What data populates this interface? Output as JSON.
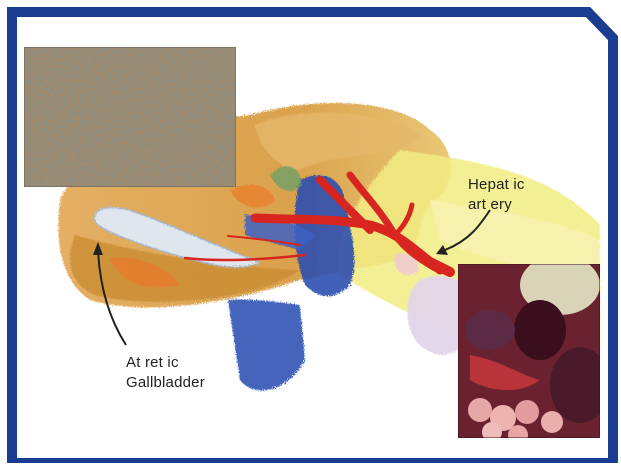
{
  "labels": {
    "hepatic_line1": "Hepat ic",
    "hepatic_line2": "art ery",
    "atretic_line1": "At ret ic",
    "atretic_line2": "Gallbladder"
  },
  "colors": {
    "frame": "#1a3d8f",
    "liver": "#d9a24a",
    "artery": "#d8251f",
    "portal_vein": "#2d4fb0",
    "gallbladder": "#dfe6ee",
    "duct_area": "#f2ec7a",
    "histology_bg": "#8f8d7d",
    "histology_stain": "#6b3e1d"
  },
  "icons": {
    "pointer_hepatic": "curved-arrow-icon",
    "pointer_gallbladder": "curved-arrow-icon"
  }
}
